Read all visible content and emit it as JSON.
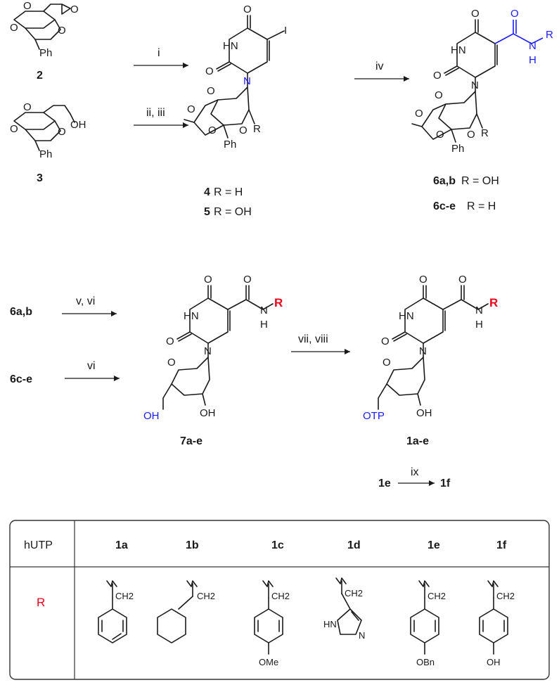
{
  "compounds": {
    "c2": "2",
    "c3": "3",
    "c4_label": "4",
    "c4_text": "R = H",
    "c5_label": "5",
    "c5_text": "R = OH",
    "c6ab_label": "6a,b",
    "c6ab_text": "R = OH",
    "c6ce_label": "6c-e",
    "c6ce_text": "R = H",
    "c6ab_start": "6a,b",
    "c6ce_start": "6c-e",
    "c7": "7a-e",
    "c1": "1a-e",
    "c1e": "1e",
    "c1f": "1f"
  },
  "reagents": {
    "i": "i",
    "ii_iii": "ii, iii",
    "iv": "iv",
    "v_vi": "v, vi",
    "vi": "vi",
    "vii_viii": "vii, viii",
    "ix": "ix"
  },
  "atoms": {
    "O": "O",
    "HN": "HN",
    "N": "N",
    "H": "H",
    "I": "I",
    "R": "R",
    "Ph": "Ph",
    "OH": "OH",
    "OTP": "OTP"
  },
  "table": {
    "header_label": "hUTP",
    "columns": [
      "1a",
      "1b",
      "1c",
      "1d",
      "1e",
      "1f"
    ],
    "row_label": "R",
    "substituent_texts": {
      "ch2": "CH2",
      "ome": "OMe",
      "obn": "OBn",
      "oh": "OH",
      "hn": "HN",
      "n": "N"
    }
  },
  "colors": {
    "black": "#1a1a1a",
    "blue": "#1a1aff",
    "red": "#e8001c"
  }
}
